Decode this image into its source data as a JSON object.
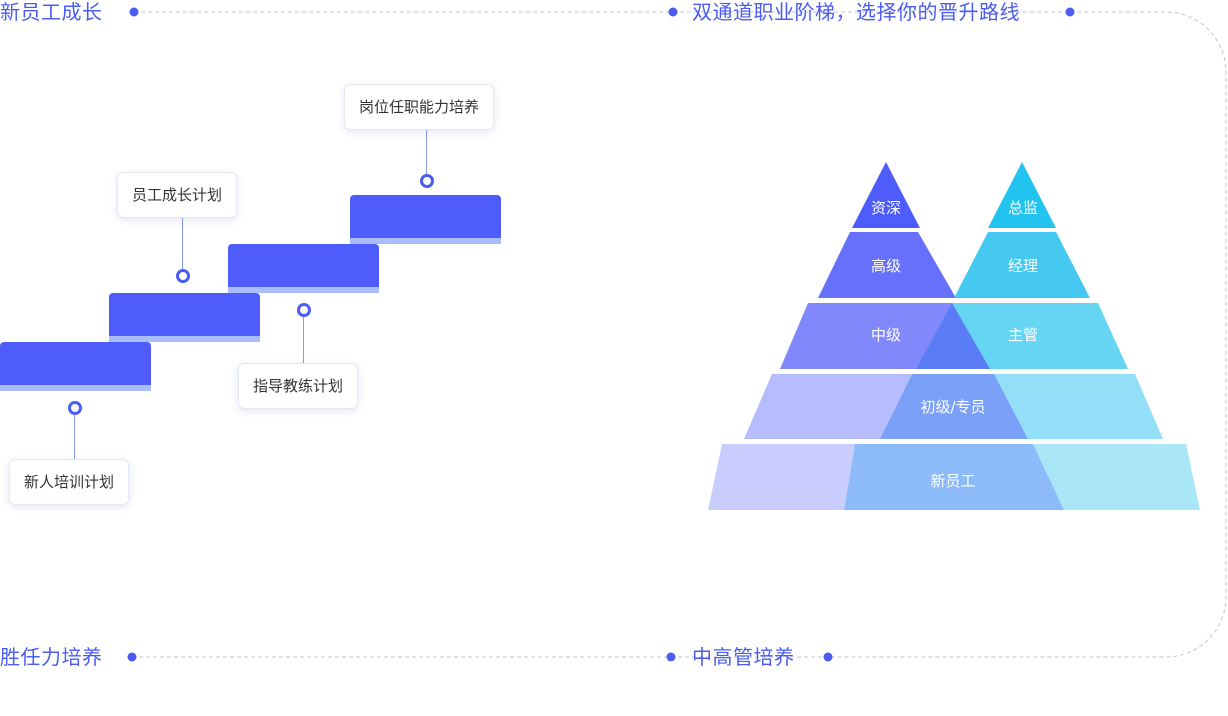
{
  "headings": {
    "new_employee_growth": "新员工成长",
    "dual_channel": "双通道职业阶梯，选择你的晋升路线",
    "competency_training": "胜任力培养",
    "senior_mgmt_training": "中高管培养"
  },
  "staircase": {
    "cards": {
      "onboarding_plan": "新人培训计划",
      "growth_plan": "员工成长计划",
      "mentor_plan": "指导教练计划",
      "post_competency": "岗位任职能力培养"
    }
  },
  "pyramid": {
    "left_track": [
      "资深",
      "高级",
      "中级"
    ],
    "right_track": [
      "总监",
      "经理",
      "主管"
    ],
    "shared": [
      "初级/专员",
      "新员工"
    ]
  },
  "colors": {
    "accent": "#4b5cf2",
    "step_blue": "#4d5cfb",
    "left_top": "#4d5cfb",
    "right_top": "#22c3ef"
  }
}
